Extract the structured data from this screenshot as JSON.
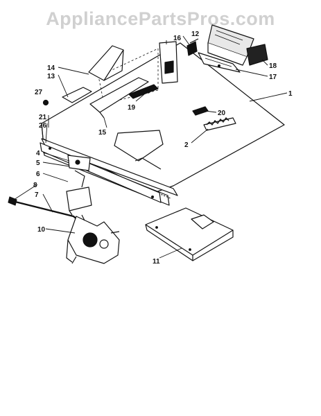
{
  "watermark": "AppliancePartsPros.com",
  "callouts": {
    "c1": "1",
    "c2": "2",
    "c4": "4",
    "c5": "5",
    "c6": "6",
    "c7": "7",
    "c8": "8",
    "c10": "10",
    "c11": "11",
    "c12": "12",
    "c13": "13",
    "c14": "14",
    "c15": "15",
    "c16": "16",
    "c17": "17",
    "c18": "18",
    "c19": "19",
    "c20": "20",
    "c21": "21",
    "c26": "26",
    "c27": "27"
  }
}
